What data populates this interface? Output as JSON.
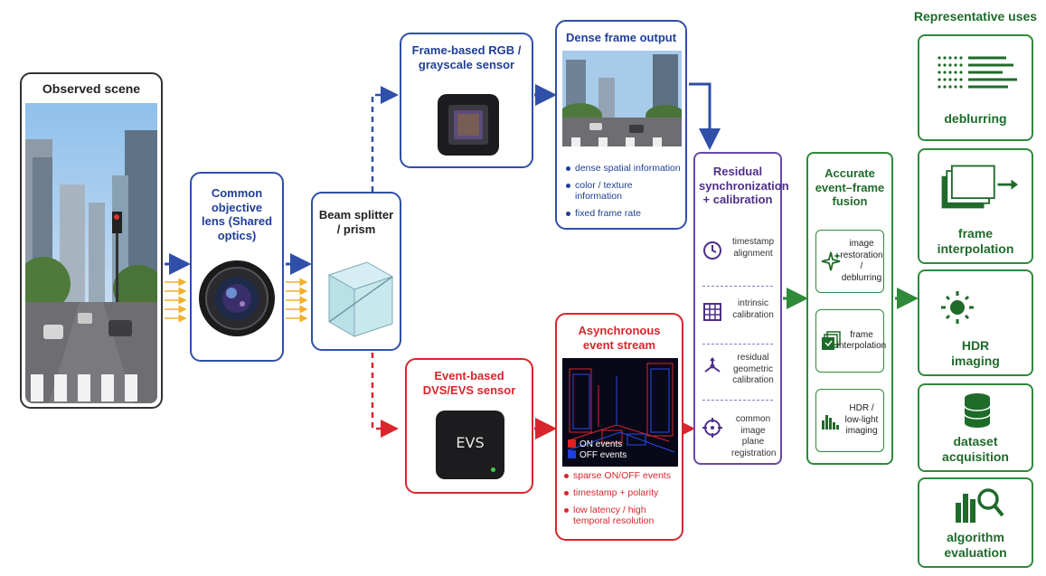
{
  "scene": {
    "title": "Observed scene"
  },
  "lens": {
    "title": "Common objective lens (Shared optics)"
  },
  "splitter": {
    "title": "Beam splitter / prism"
  },
  "frame_sensor": {
    "title": "Frame-based RGB / grayscale sensor"
  },
  "event_sensor": {
    "title": "Event-based DVS/EVS sensor",
    "camera_label": "EVS"
  },
  "frame_output": {
    "title": "Dense frame output",
    "bullets": [
      "dense spatial information",
      "color / texture information",
      "fixed frame rate"
    ]
  },
  "event_stream": {
    "title": "Asynchronous event stream",
    "legend": [
      {
        "label": "ON events",
        "color": "#e0201e"
      },
      {
        "label": "OFF events",
        "color": "#1f3fe0"
      }
    ],
    "bullets": [
      "sparse ON/OFF events",
      "timestamp + polarity",
      "low latency / high temporal resolution"
    ]
  },
  "sync": {
    "title": "Residual synchronization + calibration",
    "items": [
      {
        "label": "timestamp alignment",
        "icon": "clock-icon"
      },
      {
        "label": "intrinsic calibration",
        "icon": "grid-icon"
      },
      {
        "label": "residual geometric calibration",
        "icon": "axes-icon"
      },
      {
        "label": "common image plane registration",
        "icon": "target-icon"
      }
    ]
  },
  "fusion": {
    "title": "Accurate event–frame fusion",
    "items": [
      {
        "label": "image restoration / deblurring",
        "icon": "sparkle-icon"
      },
      {
        "label": "frame interpolation",
        "icon": "frames-icon"
      },
      {
        "label": "HDR / low-light imaging",
        "icon": "histogram-icon"
      }
    ]
  },
  "uses": {
    "title": "Representative uses",
    "items": [
      {
        "label": "deblurring",
        "icon": "motion-dots-icon"
      },
      {
        "label": "frame interpolation",
        "icon": "stacked-frames-icon"
      },
      {
        "label": "HDR imaging",
        "icon": "sun-moon-icon"
      },
      {
        "label": "dataset acquisition",
        "icon": "database-icon"
      },
      {
        "label": "algorithm evaluation",
        "icon": "magnifier-chart-icon"
      }
    ]
  },
  "colors": {
    "blue": "#2f4fa8",
    "red": "#d8262c",
    "purple": "#6a4aa8",
    "green": "#2f8a3a",
    "amber": "#f2b02a"
  }
}
